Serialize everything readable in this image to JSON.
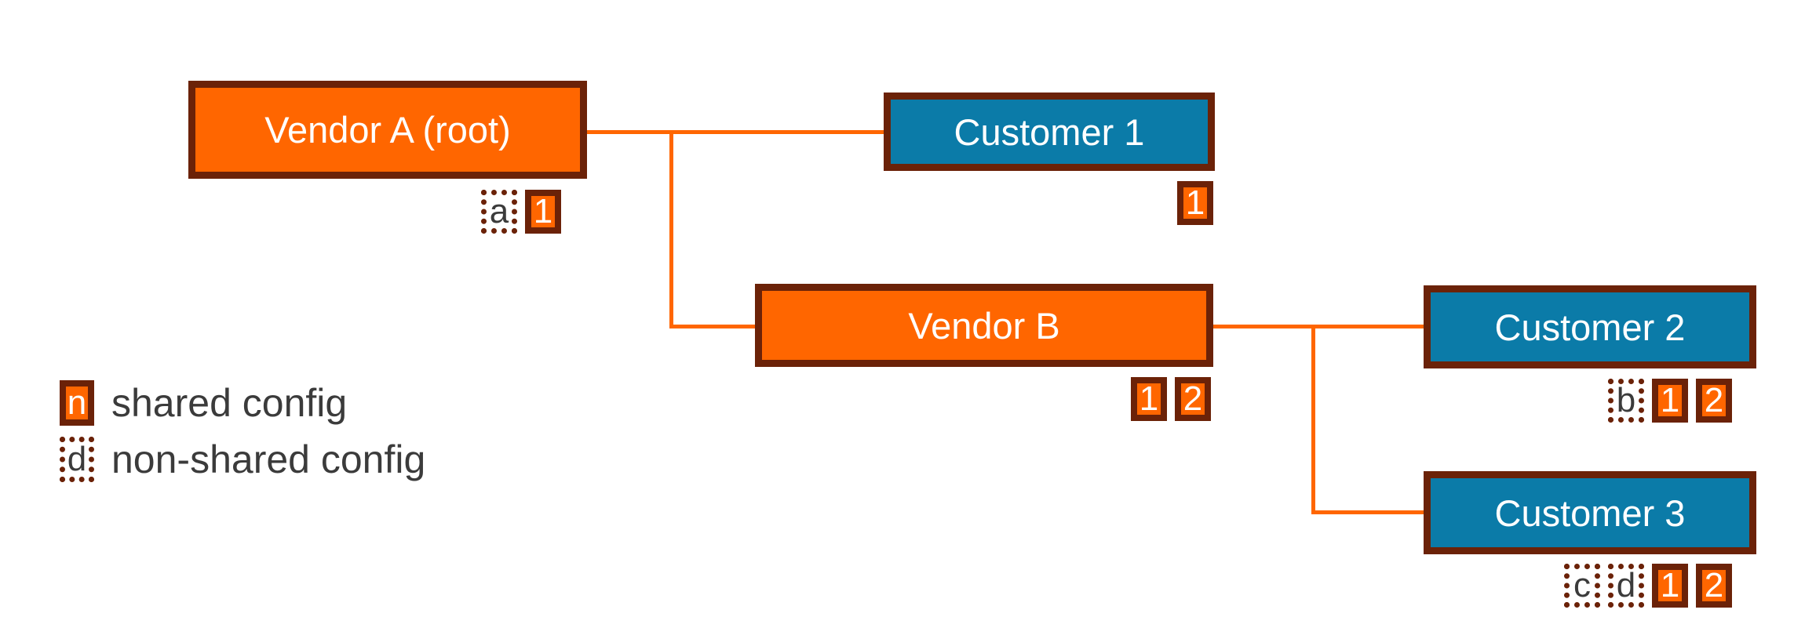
{
  "diagram": {
    "type": "hierarchy-tree",
    "colors": {
      "vendor_fill": "#FF6600",
      "customer_fill": "#0B7BA8",
      "border": "#6B2208",
      "connector": "#FF6600",
      "text_dark": "#3B3B3B",
      "text_light": "#FFFFFF",
      "background": "#FFFFFF"
    },
    "nodes": [
      {
        "id": "vendor-a",
        "label": "Vendor A (root)",
        "kind": "vendor",
        "badges": [
          {
            "text": "a",
            "style": "non-shared"
          },
          {
            "text": "1",
            "style": "shared"
          }
        ]
      },
      {
        "id": "customer-1",
        "label": "Customer 1",
        "kind": "customer",
        "badges": [
          {
            "text": "1",
            "style": "shared"
          }
        ]
      },
      {
        "id": "vendor-b",
        "label": "Vendor B",
        "kind": "vendor",
        "badges": [
          {
            "text": "1",
            "style": "shared"
          },
          {
            "text": "2",
            "style": "shared"
          }
        ]
      },
      {
        "id": "customer-2",
        "label": "Customer 2",
        "kind": "customer",
        "badges": [
          {
            "text": "b",
            "style": "non-shared"
          },
          {
            "text": "1",
            "style": "shared"
          },
          {
            "text": "2",
            "style": "shared"
          }
        ]
      },
      {
        "id": "customer-3",
        "label": "Customer 3",
        "kind": "customer",
        "badges": [
          {
            "text": "c",
            "style": "non-shared"
          },
          {
            "text": "d",
            "style": "non-shared"
          },
          {
            "text": "1",
            "style": "shared"
          },
          {
            "text": "2",
            "style": "shared"
          }
        ]
      }
    ],
    "edges": [
      {
        "from": "vendor-a",
        "to": "customer-1"
      },
      {
        "from": "vendor-a",
        "to": "vendor-b"
      },
      {
        "from": "vendor-b",
        "to": "customer-2"
      },
      {
        "from": "vendor-b",
        "to": "customer-3"
      }
    ]
  },
  "legend": {
    "items": [
      {
        "symbol": "n",
        "style": "shared",
        "label": "shared config"
      },
      {
        "symbol": "d",
        "style": "non-shared",
        "label": "non-shared config"
      }
    ]
  }
}
